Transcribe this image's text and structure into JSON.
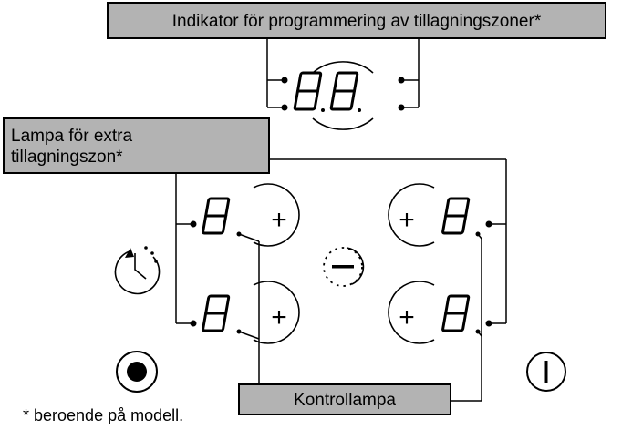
{
  "labels": {
    "top": "Indikator för programmering av tillagningszoner*",
    "extra_zone_line1": "Lampa för extra",
    "extra_zone_line2": "tillagningszon*",
    "control_lamp": "Kontrollampa",
    "footnote": "* beroende på modell."
  },
  "controls": {
    "plus_symbol": "+",
    "minus_symbol": "−",
    "display_digit": "8"
  },
  "icons": {
    "timer": "timer-clock-icon",
    "minus": "minus-button-icon",
    "lock": "lock-dot-icon",
    "power": "power-icon"
  }
}
